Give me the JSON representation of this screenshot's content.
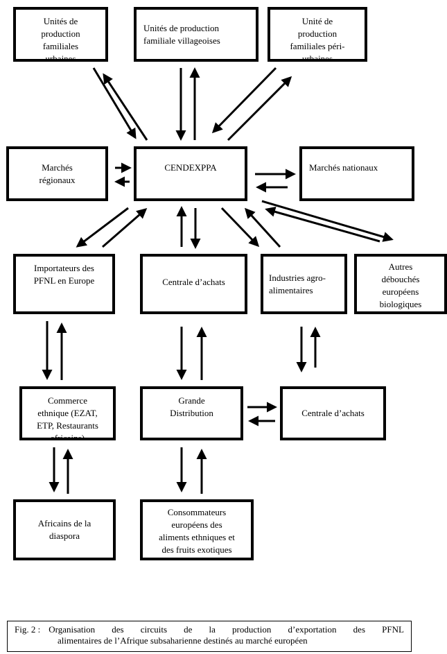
{
  "nodes": {
    "upf_urbaines": [
      "Unités de",
      "production",
      "familiales",
      "urbaines"
    ],
    "upf_villageoises": [
      "Unités de production",
      "familiale villageoises"
    ],
    "upf_periurbaines": [
      "Unité de",
      "production",
      "familiales péri-",
      "urbaines"
    ],
    "marches_regionaux": [
      "Marchés",
      "régionaux"
    ],
    "cendexppa": [
      "CENDEXPPA"
    ],
    "marches_nationaux": [
      "Marchés nationaux"
    ],
    "importateurs": [
      "Importateurs des",
      "PFNL en Europe"
    ],
    "centrale_achats_1": [
      "Centrale d’achats"
    ],
    "industries": [
      "Industries agro-",
      "alimentaires"
    ],
    "autres_debouches": [
      "Autres",
      "débouchés",
      "européens",
      "biologiques"
    ],
    "commerce_ethnique": [
      "Commerce",
      "ethnique (EZAT,",
      "ETP, Restaurants",
      "africains)"
    ],
    "grande_distribution": [
      "Grande",
      "Distribution"
    ],
    "centrale_achats_2": [
      "Centrale d’achats"
    ],
    "africains_diaspora": [
      "Africains de la",
      "diaspora"
    ],
    "consommateurs": [
      "Consommateurs",
      "européens des",
      "aliments ethniques et",
      "des fruits exotiques"
    ]
  },
  "caption": {
    "label": "Fig.  2 :",
    "line1_words": [
      "Organisation",
      "des",
      "circuits",
      "de",
      "la",
      "production",
      "d’exportation",
      "des",
      "PFNL"
    ],
    "line2": "alimentaires de l’Afrique subsaharienne destinés au marché européen"
  }
}
